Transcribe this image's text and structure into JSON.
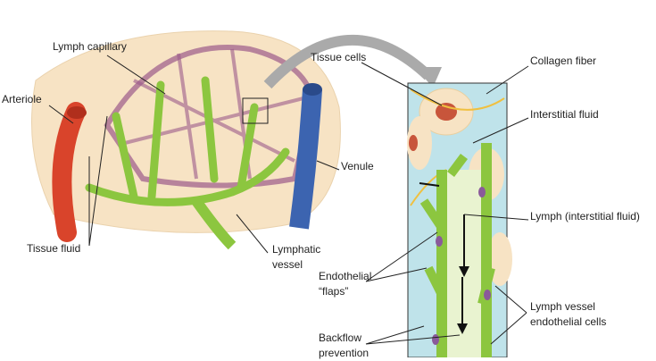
{
  "labels": {
    "lymph_capillary": "Lymph capillary",
    "tissue_cells": "Tissue cells",
    "collagen_fiber": "Collagen fiber",
    "arteriole": "Arteriole",
    "interstitial_fluid": "Interstitial fluid",
    "venule": "Venule",
    "lymph": "Lymph (interstitial fluid)",
    "tissue_fluid": "Tissue fluid",
    "lymphatic_vessel_1": "Lymphatic",
    "lymphatic_vessel_2": "vessel",
    "endothelial_flaps_1": "Endothelial",
    "endothelial_flaps_2": "“flaps”",
    "lymph_vessel_cells_1": "Lymph vessel",
    "lymph_vessel_cells_2": "endothelial cells",
    "backflow_1": "Backflow",
    "backflow_2": "prevention"
  },
  "colors": {
    "artery": "#d9442b",
    "vein": "#3c64b0",
    "lymph": "#8cc63f",
    "tissue": "#f7e3c4",
    "fluid": "#bfe3ea",
    "capillary_net": "#9b5a8a"
  }
}
